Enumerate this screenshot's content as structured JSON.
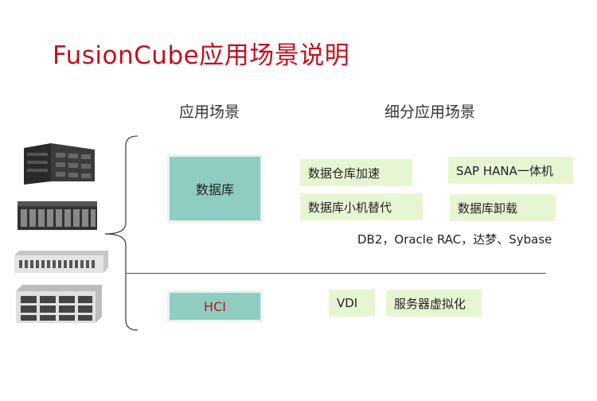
{
  "slide": {
    "title": "FusionCube应用场景说明",
    "headers": {
      "scenario": "应用场景",
      "sub_scenario": "细分应用场景"
    },
    "rows": [
      {
        "scenario": "数据库",
        "sub_scenarios": [
          "数据仓库加速",
          "SAP HANA一体机",
          "数据库小机替代",
          "数据库卸载"
        ],
        "note": "DB2，Oracle RAC，达梦、Sybase"
      },
      {
        "scenario": "HCI",
        "sub_scenarios": [
          "VDI",
          "服务器虚拟化"
        ]
      }
    ],
    "colors": {
      "title": "#c0111f",
      "scenario_box": "#8fcdc3",
      "sub_box": "#e6f6d3"
    },
    "icons": [
      "server-tower-icon",
      "blade-server-icon",
      "rack-server-1u-icon",
      "rack-server-2u-icon"
    ]
  }
}
